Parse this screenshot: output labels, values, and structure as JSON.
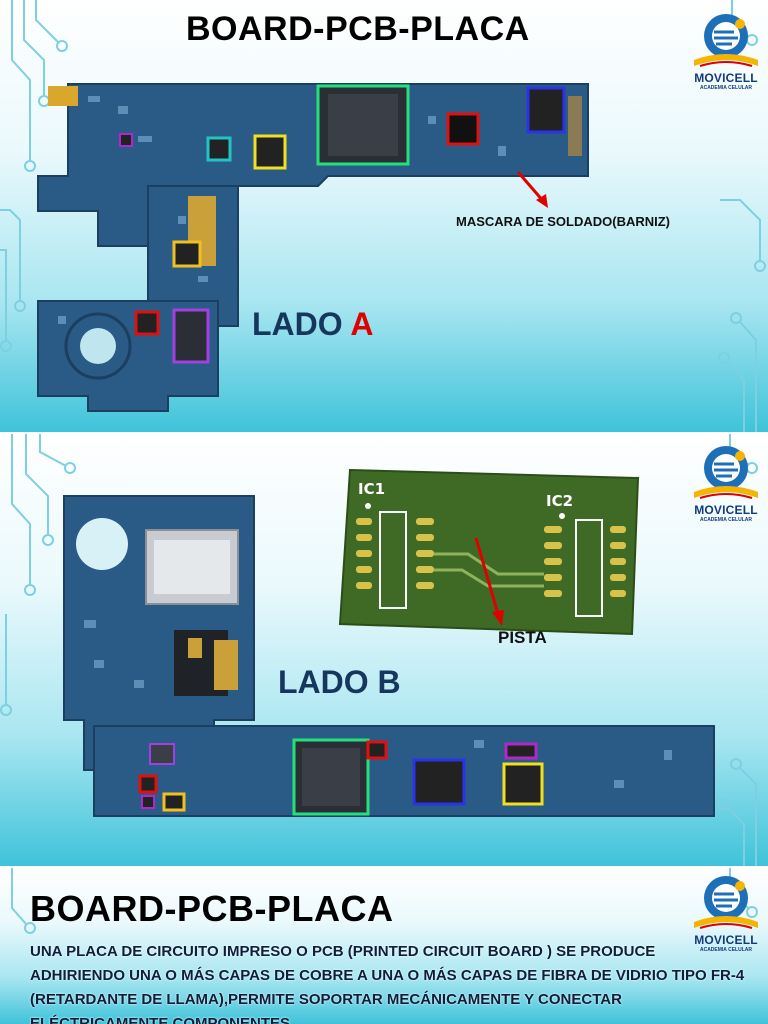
{
  "slides": [
    {
      "title": "BOARD-PCB-PLACA",
      "logo": {
        "name": "MOVICELL",
        "tagline": "ACADEMIA CELULAR"
      },
      "side_label_main": "LADO",
      "side_label_letter": "A",
      "callout": "MASCARA DE SOLDADO(BARNIZ)"
    },
    {
      "logo": {
        "name": "MOVICELL",
        "tagline": "ACADEMIA CELULAR"
      },
      "side_label": "LADO B",
      "ic1_label": "IC1",
      "ic2_label": "IC2",
      "callout": "PISTA"
    },
    {
      "title": "BOARD-PCB-PLACA",
      "logo": {
        "name": "MOVICELL",
        "tagline": "ACADEMIA CELULAR"
      },
      "body": "UNA PLACA DE CIRCUITO IMPRESO O PCB (PRINTED CIRCUIT BOARD ) SE PRODUCE ADHIRIENDO UNA O MÁS CAPAS DE COBRE A UNA O MÁS CAPAS DE FIBRA DE VIDRIO TIPO FR-4 (RETARDANTE DE LLAMA),PERMITE SOPORTAR MECÁNICAMENTE Y CONECTAR ELÉCTRICAMENTE COMPONENTES"
    }
  ],
  "colors": {
    "pcb_blue": "#2a5b86",
    "title_navy": "#17365d",
    "accent_red": "#e00000",
    "logo_blue": "#123b7a"
  }
}
